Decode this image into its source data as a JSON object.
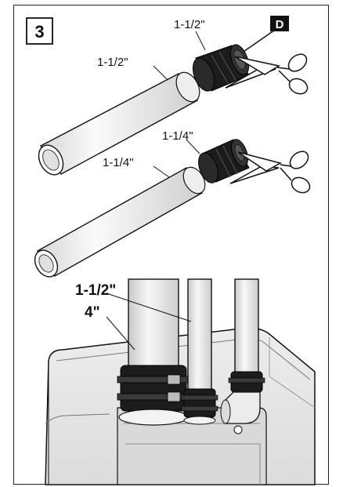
{
  "step": {
    "number": "3"
  },
  "callout": {
    "letter": "D"
  },
  "labels": {
    "top_fitting": "1-1/2\"",
    "top_pipe": "1-1/2\"",
    "mid_fitting": "1-1/4\"",
    "mid_pipe": "1-1/4\"",
    "bottom_small": "1-1/2\"",
    "bottom_large": "4\""
  },
  "colors": {
    "line": "#111111",
    "pipe_fill": "#f1f1f1",
    "pipe_shade": "#cfcfcf",
    "coupling": "#1c1c1c",
    "tank": "#e6e6e6",
    "callout_bg": "#111111",
    "callout_fg": "#ffffff"
  }
}
